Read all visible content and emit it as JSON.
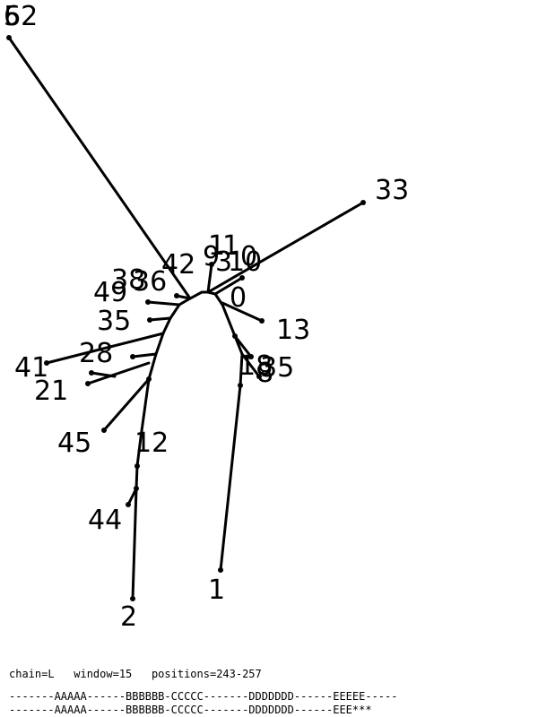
{
  "tree_labels": [
    "62",
    "5",
    "33",
    "13",
    "1",
    "42",
    "9",
    "3",
    "1",
    "1",
    "0",
    "10",
    "0",
    "38",
    "36",
    "49",
    "35",
    "28",
    "41",
    "21",
    "45",
    "12",
    "44",
    "2",
    "18",
    "35",
    "8"
  ],
  "footer": {
    "params": "chain=L   window=15   positions=243-257",
    "line1": "-------AAAAA------BBBBBB-CCCCC-------DDDDDDD------EEEEE-----",
    "line2": "-------AAAAA------BBBBBB-CCCCC-------DDDDDDD------EEE***"
  }
}
